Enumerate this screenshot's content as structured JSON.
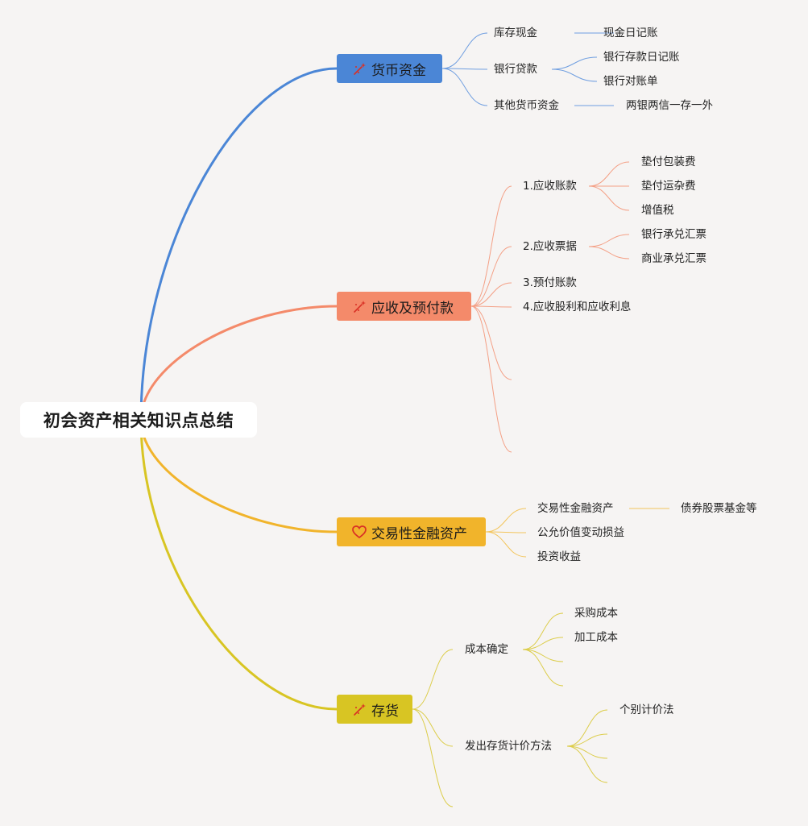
{
  "root": {
    "title": "初会资产相关知识点总结"
  },
  "branches": [
    {
      "label": "货币资金",
      "icon": "sparkle-icon",
      "color": "#4b86d6",
      "children": [
        {
          "label": "库存现金",
          "children": [
            {
              "label": "现金日记账"
            }
          ]
        },
        {
          "label": "银行贷款",
          "children": [
            {
              "label": "银行存款日记账"
            },
            {
              "label": "银行对账单"
            }
          ]
        },
        {
          "label": "其他货币资金",
          "children": [
            {
              "label": "两银两信一存一外"
            }
          ]
        }
      ]
    },
    {
      "label": "应收及预付款",
      "icon": "sparkle-icon",
      "color": "#f48a6a",
      "children": [
        {
          "label": "1.应收账款",
          "children": [
            {
              "label": "垫付包装费"
            },
            {
              "label": "垫付运杂费"
            },
            {
              "label": "增值税"
            }
          ]
        },
        {
          "label": "2.应收票据",
          "children": [
            {
              "label": "银行承兑汇票"
            },
            {
              "label": "商业承兑汇票"
            }
          ]
        },
        {
          "label": "3.预付账款"
        },
        {
          "label": "4.应收股利和应收利息"
        },
        {
          "label": ""
        },
        {
          "label": ""
        }
      ]
    },
    {
      "label": "交易性金融资产",
      "icon": "heart-icon",
      "color": "#f1b42b",
      "children": [
        {
          "label": "交易性金融资产",
          "children": [
            {
              "label": "债券股票基金等"
            }
          ]
        },
        {
          "label": "公允价值变动损益"
        },
        {
          "label": "投资收益"
        }
      ]
    },
    {
      "label": "存货",
      "icon": "sparkle-icon",
      "color": "#d8c523",
      "children": [
        {
          "label": "成本确定",
          "children": [
            {
              "label": "采购成本"
            },
            {
              "label": "加工成本"
            },
            {
              "label": ""
            },
            {
              "label": ""
            }
          ]
        },
        {
          "label": "发出存货计价方法",
          "children": [
            {
              "label": "个别计价法"
            },
            {
              "label": ""
            },
            {
              "label": ""
            },
            {
              "label": ""
            }
          ]
        },
        {
          "label": ""
        }
      ]
    }
  ]
}
